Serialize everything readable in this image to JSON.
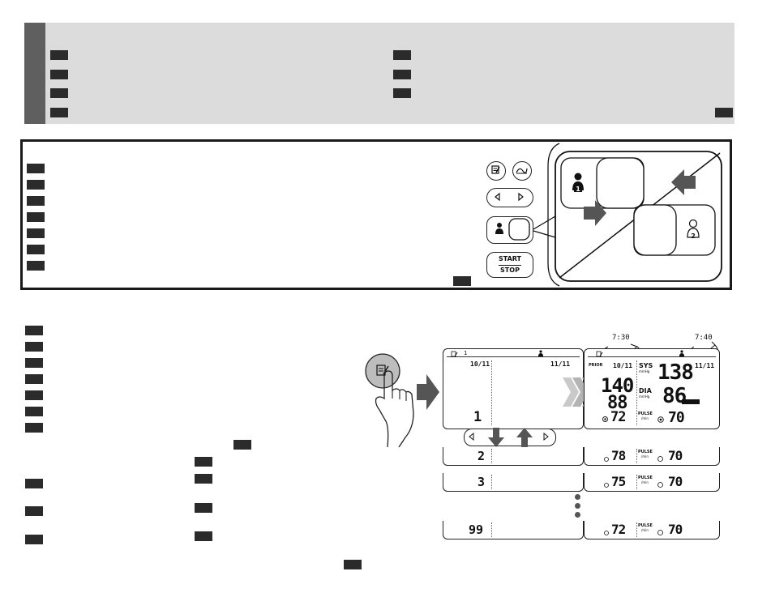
{
  "buttons": {
    "start_label": "START",
    "stop_label": "STOP"
  },
  "main_display": {
    "memory_number": "1",
    "date_left": "10/11",
    "date_right": "11/11",
    "first_record_number": "1"
  },
  "record_display": {
    "time_left": "7:30",
    "time_right": "7:40",
    "prior_label": "PRIOR",
    "date_left": "10/11",
    "date_right": "11/11",
    "sys_label": "SYS",
    "sys_unit": "mmHg",
    "dia_label": "DIA",
    "dia_unit": "mmHg",
    "pulse_label": "PULSE",
    "pulse_unit": "/min",
    "prior_sys": "140",
    "prior_dia": "88",
    "prior_pulse": "72",
    "sys": "138",
    "dia": "86",
    "pulse": "70"
  },
  "record_rows": [
    {
      "number": "2",
      "prior_pulse": "78",
      "pulse": "70"
    },
    {
      "number": "3",
      "prior_pulse": "75",
      "pulse": "70"
    },
    {
      "number": "99",
      "prior_pulse": "72",
      "pulse": "70"
    }
  ],
  "icons": [
    "memory-icon",
    "graph-icon",
    "left-arrow-icon",
    "right-arrow-icon",
    "user-1-icon",
    "user-2-icon",
    "hand-press-icon",
    "arrow-down-icon",
    "arrow-up-icon",
    "arrow-right-icon"
  ],
  "colors": {
    "panel_gray": "#dcdcdc",
    "side_bar": "#5f5f5f",
    "label_block": "#2b2b2b",
    "arrow_gray": "#555555"
  }
}
